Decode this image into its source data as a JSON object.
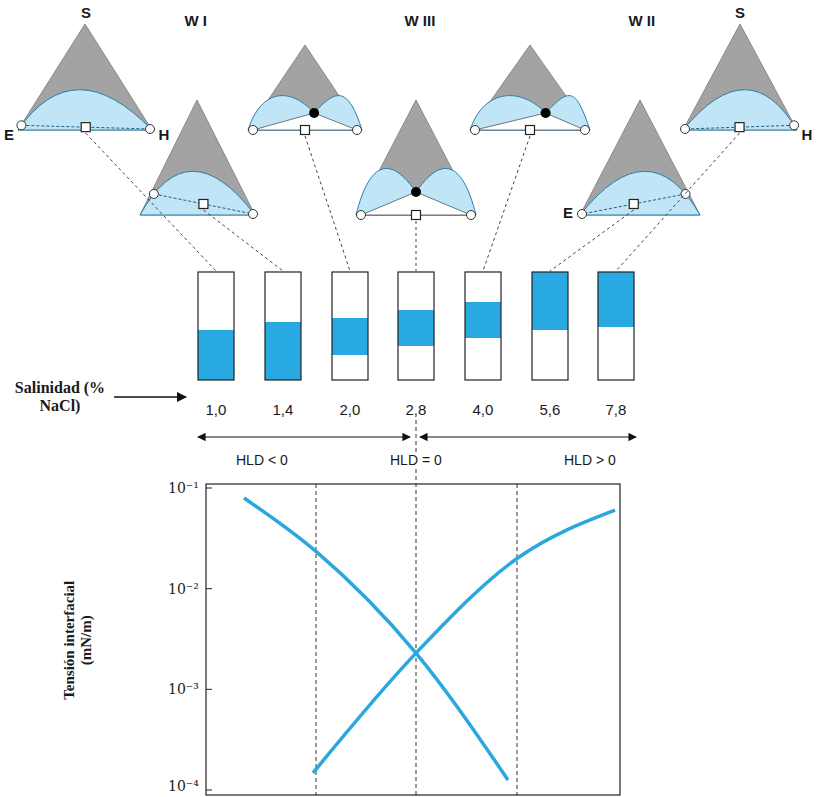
{
  "diagram": {
    "labels": [
      "S",
      "W I",
      "W III",
      "W II",
      "S",
      "E",
      "H",
      "E",
      "H",
      "Salinidad (% NaCl)",
      "1,0",
      "1,4",
      "2,0",
      "2,8",
      "4,0",
      "5,6",
      "7,8",
      "HLD < 0",
      "HLD = 0",
      "HLD > 0",
      "10⁻¹",
      "10⁻²",
      "10⁻³",
      "10⁻⁴",
      "Tensión interfacial (mN/m)"
    ]
  }
}
